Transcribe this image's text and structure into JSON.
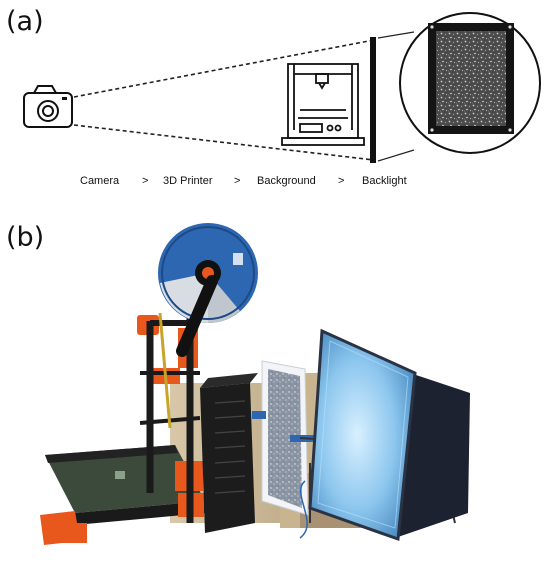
{
  "panel_a": {
    "label": "(a)",
    "pipeline": [
      "Camera",
      ">",
      "3D Printer",
      ">",
      "Background",
      ">",
      "Backlight"
    ]
  },
  "panel_b": {
    "label": "(b)"
  },
  "icons": [
    "camera-icon",
    "3d-printer-icon",
    "backlight-panel",
    "speckle-background",
    "magnifier-circle"
  ],
  "colors": {
    "printer_orange": "#e8571c",
    "spool_blue": "#2d67b1",
    "backlight_blue": "#9ecff0",
    "frame_black": "#141414"
  }
}
